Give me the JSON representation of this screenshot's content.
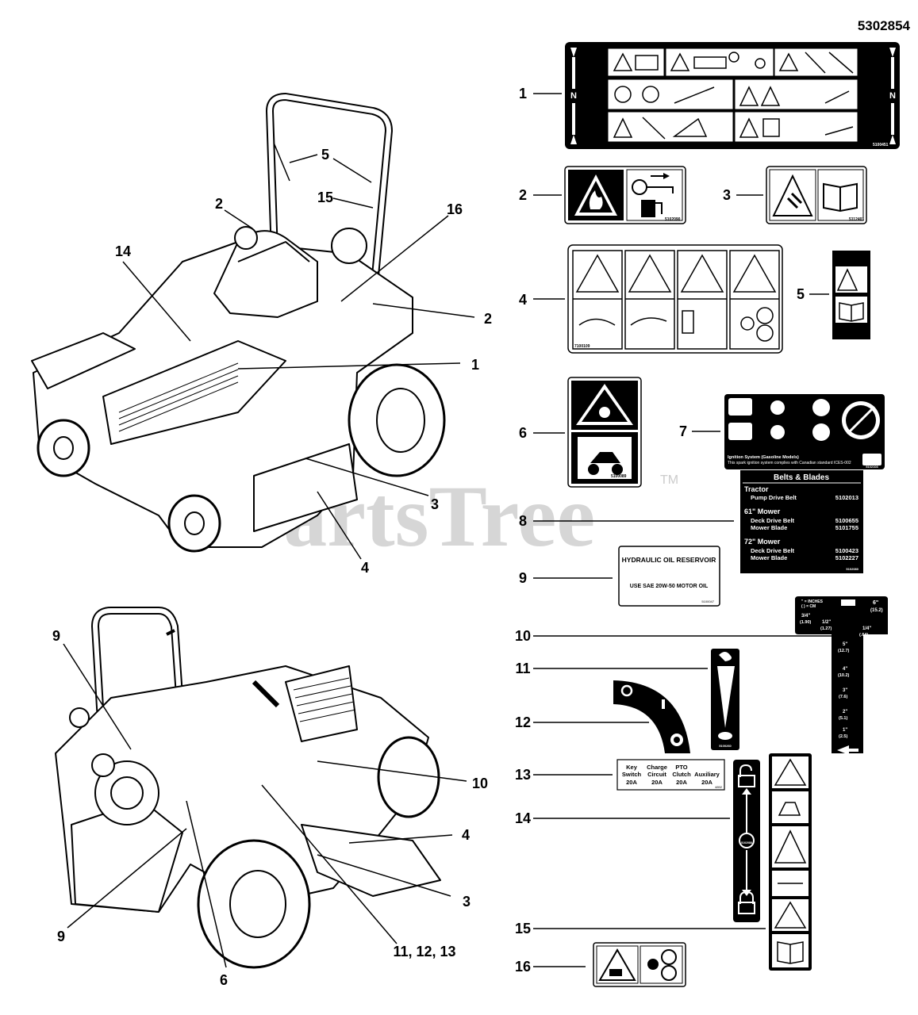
{
  "part_number": "5302854",
  "watermark": "PartsTree",
  "watermark_tm": "TM",
  "callouts_top": [
    "5",
    "15",
    "2",
    "16",
    "14",
    "2",
    "1",
    "3",
    "4"
  ],
  "callouts_bottom": [
    "9",
    "10",
    "9",
    "4",
    "3",
    "11, 12, 13",
    "6"
  ],
  "decal_numbers": [
    "1",
    "2",
    "3",
    "4",
    "5",
    "6",
    "7",
    "8",
    "9",
    "10",
    "11",
    "12",
    "13",
    "14",
    "15",
    "16"
  ],
  "decal1_code": "5100451",
  "decal1_letter": "N",
  "decal2_code": "5102090",
  "decal3_code": "5112401",
  "decal4_code": "7100109",
  "decal6_code": "5100089",
  "decal7": {
    "line1": "Ignition System (Gasoline Models)",
    "line2": "This spark ignition system complies with Canadian standard ICES-002",
    "code": "5102103"
  },
  "belts": {
    "title": "Belts & Blades",
    "tractor": "Tractor",
    "pump_label": "Pump Drive Belt",
    "pump_value": "5102013",
    "mower61": "61\" Mower",
    "deck61_label": "Deck Drive Belt",
    "deck61_value": "5100655",
    "blade61_label": "Mower Blade",
    "blade61_value": "5101755",
    "mower72": "72\" Mower",
    "deck72_label": "Deck Drive Belt",
    "deck72_value": "5100423",
    "blade72_label": "Mower Blade",
    "blade72_value": "5102227",
    "code": "5102080"
  },
  "hydraulic": {
    "title": "HYDRAULIC OIL RESERVOIR",
    "text": "USE SAE 20W-50 MOTOR OIL",
    "code": "5100047"
  },
  "height_gauge": {
    "legend1": "\" = INCHES",
    "legend2": "( ) = CM",
    "top_right": "6\"",
    "top_right_cm": "(15.2)",
    "v34": "3/4\"",
    "v34cm": "(1.90)",
    "v12": "1/2\"",
    "v12cm": "(1.27)",
    "v14": "1/4\"",
    "v14cm": "(.64)",
    "v5": "5\"",
    "v5cm": "(12.7)",
    "v4": "4\"",
    "v4cm": "(10.2)",
    "v3": "3\"",
    "v3cm": "(7.6)",
    "v2": "2\"",
    "v2cm": "(5.1)",
    "v1": "1\"",
    "v1cm": "(2.5)"
  },
  "throttle_code": "5100260",
  "fuse": {
    "h1": "Key",
    "h1b": "Switch",
    "v1": "20A",
    "h2": "Charge",
    "h2b": "Circuit",
    "v2": "20A",
    "h3": "PTO",
    "h3b": "Clutch",
    "v3": "20A",
    "h4": "Auxiliary",
    "h4b": "",
    "v4": "20A",
    "code": "4892"
  },
  "decal14_code": "5102088",
  "colors": {
    "ink": "#000000",
    "paper": "#ffffff",
    "watermark": "#d6d6d6"
  }
}
